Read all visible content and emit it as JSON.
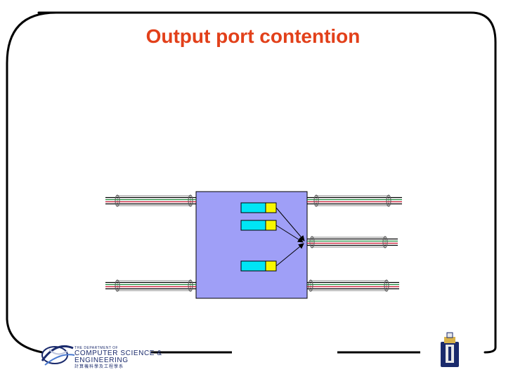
{
  "slide": {
    "title": "Output port contention"
  },
  "footer": {
    "dept_line1": "THE DEPARTMENT OF",
    "dept_line2": "COMPUTER SCIENCE &",
    "dept_line3": "ENGINEERING",
    "dept_line4": "計算機科學及工程學系"
  },
  "colors": {
    "title": "#e2401a",
    "switch_fill": "#9f9ff7",
    "queue_cell": "#00e5f5",
    "queue_head": "#f7f700",
    "wire_red": "#c8102e",
    "wire_green": "#1c8a3a",
    "wire_black": "#000000",
    "logo_blue": "#1a2a6c"
  },
  "icons": {
    "left_logo": "cse-department-logo-icon",
    "right_logo": "hkust-emblem-icon"
  }
}
